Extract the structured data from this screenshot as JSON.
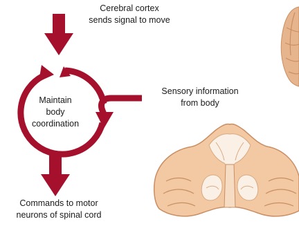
{
  "diagram": {
    "labels": {
      "cortex_signal": [
        "Cerebral cortex",
        "sends signal to move"
      ],
      "sensory_input": [
        "Sensory information",
        "from body"
      ],
      "center": [
        "Maintain",
        "body",
        "coordination"
      ],
      "motor_output": [
        "Commands to motor",
        "neurons of spinal cord"
      ]
    },
    "colors": {
      "arrow": "#a5112d",
      "arrow_dark": "#7a0b20",
      "cerebellum_fill": "#f2c9a2",
      "cerebellum_edge": "#c98e63",
      "cerebellum_white_matter": "#fbf0e6",
      "cerebrum_fill": "#e7b58d",
      "text": "#1a1a1a"
    },
    "icons": {
      "cycle": "circular-feedback-arrow-icon",
      "input_top": "down-arrow-icon",
      "output_bottom": "down-arrow-icon",
      "sensory": "curved-input-arrow-icon"
    }
  }
}
